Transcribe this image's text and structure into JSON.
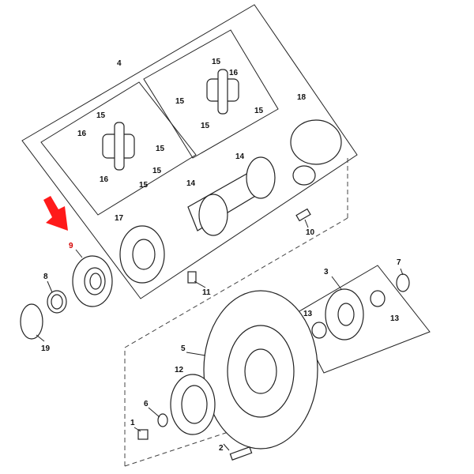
{
  "diagram": {
    "callouts": [
      "4",
      "15",
      "16",
      "15",
      "15",
      "15",
      "14",
      "18",
      "15",
      "16",
      "15",
      "15",
      "16",
      "15",
      "14",
      "17",
      "10",
      "9",
      "11",
      "8",
      "3",
      "7",
      "13",
      "13",
      "5",
      "12",
      "6",
      "1",
      "19",
      "2"
    ],
    "highlighted_callout": "9",
    "highlight_color": "#ff1a1a"
  }
}
